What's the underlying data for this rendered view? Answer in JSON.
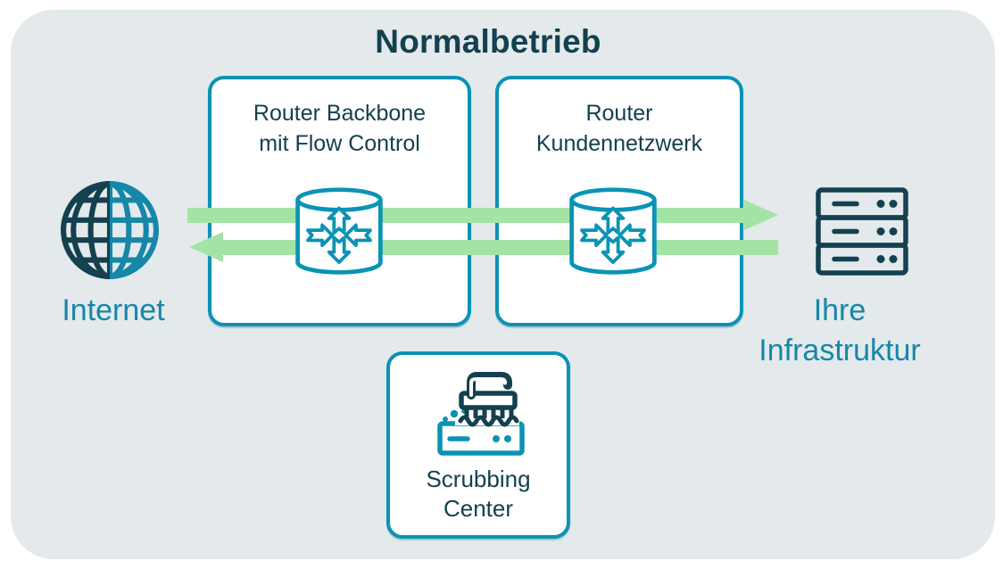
{
  "title": "Normalbetrieb",
  "diagram": {
    "internet": {
      "label": "Internet"
    },
    "router_backbone": {
      "line1": "Router Backbone",
      "line2": "mit Flow Control"
    },
    "router_customer": {
      "line1": "Router",
      "line2": "Kundennetzwerk"
    },
    "infrastructure": {
      "line1": "Ihre",
      "line2": "Infrastruktur"
    },
    "scrubbing_center": {
      "line1": "Scrubbing",
      "line2": "Center"
    }
  },
  "flows": {
    "ingress": {
      "from": "Internet",
      "to": "Ihre Infrastruktur",
      "direction": "right"
    },
    "egress": {
      "from": "Ihre Infrastruktur",
      "to": "Internet",
      "direction": "left"
    }
  },
  "icons": {
    "internet": "globe-icon",
    "router_backbone": "router-icon",
    "router_customer": "router-icon",
    "infrastructure": "server-rack-icon",
    "scrubbing_center": "scrubbing-brush-icon"
  },
  "colors": {
    "page_background": "#ffffff",
    "canvas_background": "#e4e9ec",
    "teal_accent": "#0a93b4",
    "teal_text": "#1587a8",
    "dark_text": "#14404f",
    "arrow_green": "#a3e4a4"
  }
}
